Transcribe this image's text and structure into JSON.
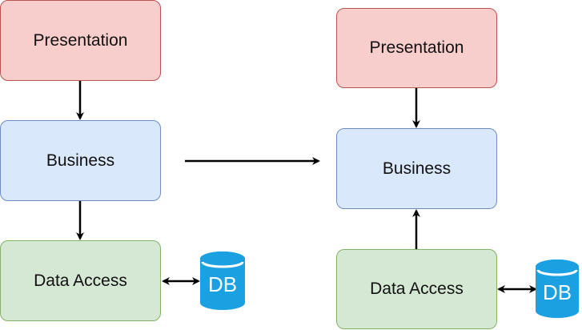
{
  "diagram": {
    "left": {
      "presentation_label": "Presentation",
      "business_label": "Business",
      "data_access_label": "Data Access",
      "db_label": "DB"
    },
    "right": {
      "presentation_label": "Presentation",
      "business_label": "Business",
      "data_access_label": "Data Access",
      "db_label": "DB"
    },
    "colors": {
      "presentation_fill": "#f8cecc",
      "presentation_stroke": "#b85450",
      "business_fill": "#dae8fc",
      "business_stroke": "#6c8ebf",
      "data_access_fill": "#d5e8d4",
      "data_access_stroke": "#82b366",
      "db_fill": "#1ba1e2",
      "arrow": "#000000"
    }
  }
}
